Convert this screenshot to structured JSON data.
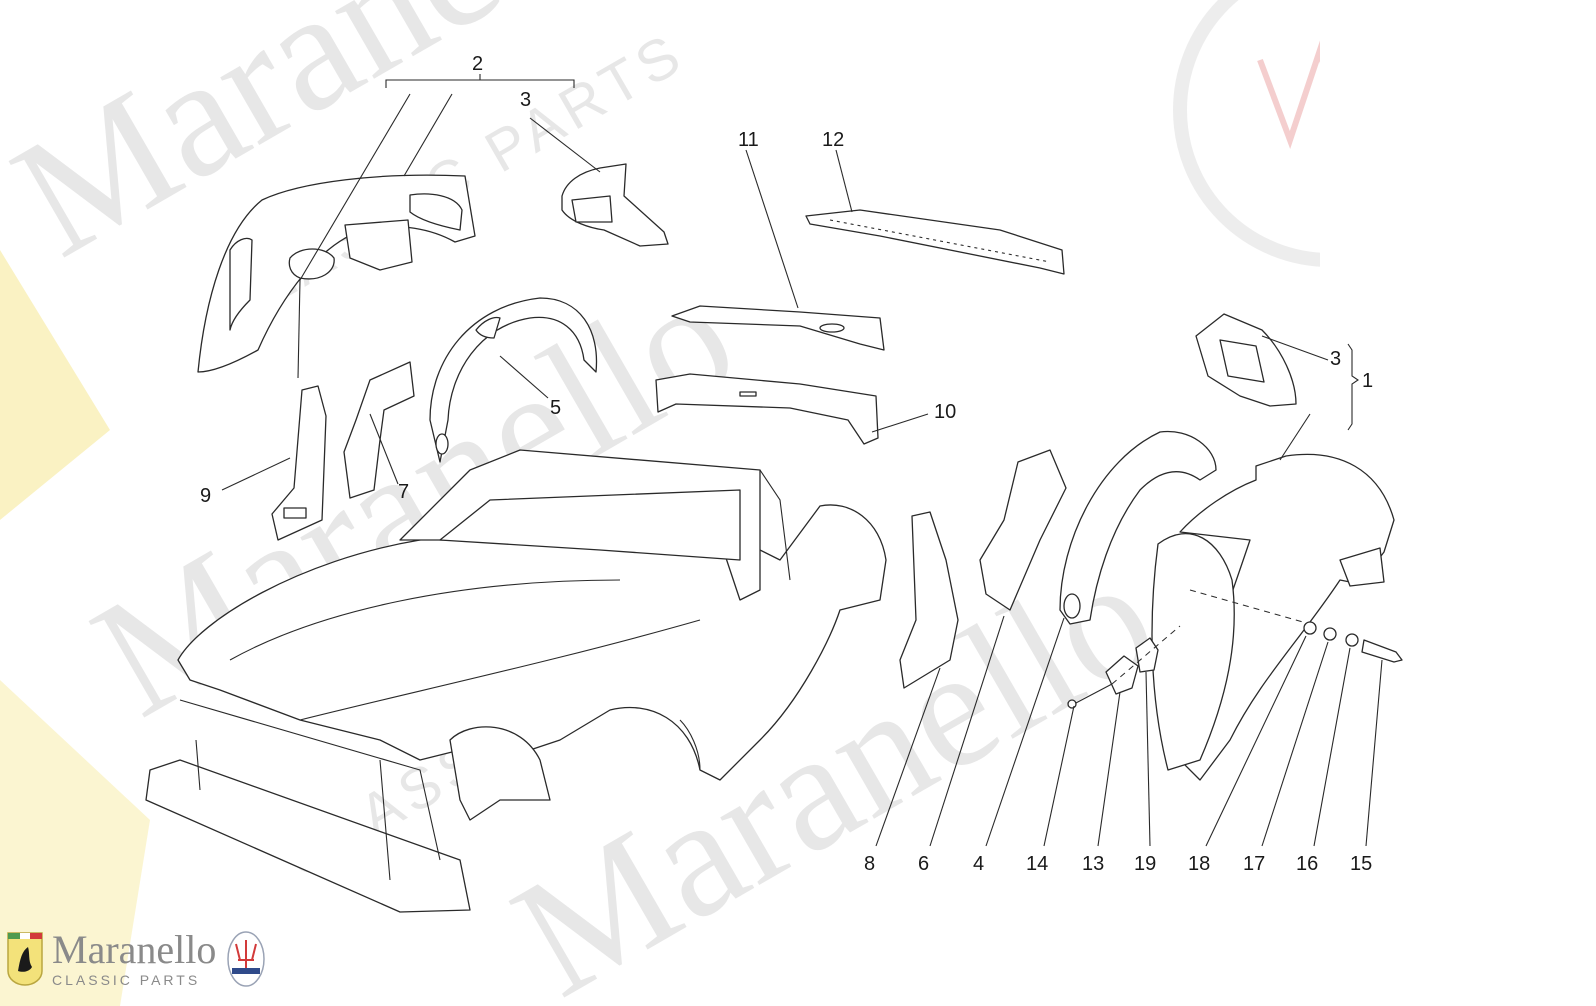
{
  "watermark": {
    "brand": "Maranello",
    "sub": "CLASSIC PARTS"
  },
  "callouts": [
    {
      "id": "c2a",
      "label": "2"
    },
    {
      "id": "c3a",
      "label": "3"
    },
    {
      "id": "c11",
      "label": "11"
    },
    {
      "id": "c12",
      "label": "12"
    },
    {
      "id": "c5",
      "label": "5"
    },
    {
      "id": "c10",
      "label": "10"
    },
    {
      "id": "c9",
      "label": "9"
    },
    {
      "id": "c7",
      "label": "7"
    },
    {
      "id": "c3b",
      "label": "3"
    },
    {
      "id": "c1",
      "label": "1"
    },
    {
      "id": "c8",
      "label": "8"
    },
    {
      "id": "c6",
      "label": "6"
    },
    {
      "id": "c4",
      "label": "4"
    },
    {
      "id": "c14",
      "label": "14"
    },
    {
      "id": "c13",
      "label": "13"
    },
    {
      "id": "c19",
      "label": "19"
    },
    {
      "id": "c18",
      "label": "18"
    },
    {
      "id": "c17",
      "label": "17"
    },
    {
      "id": "c16",
      "label": "16"
    },
    {
      "id": "c15",
      "label": "15"
    }
  ],
  "logo": {
    "name": "Maranello",
    "sub": "CLASSIC PARTS",
    "icons": [
      "ferrari-shield-icon",
      "maserati-trident-icon"
    ]
  },
  "colors": {
    "line": "#2a2a2a",
    "watermark": "#d4d4d4",
    "ferrari_yellow": "#f3e27a",
    "maserati_red": "#d23a3a"
  }
}
